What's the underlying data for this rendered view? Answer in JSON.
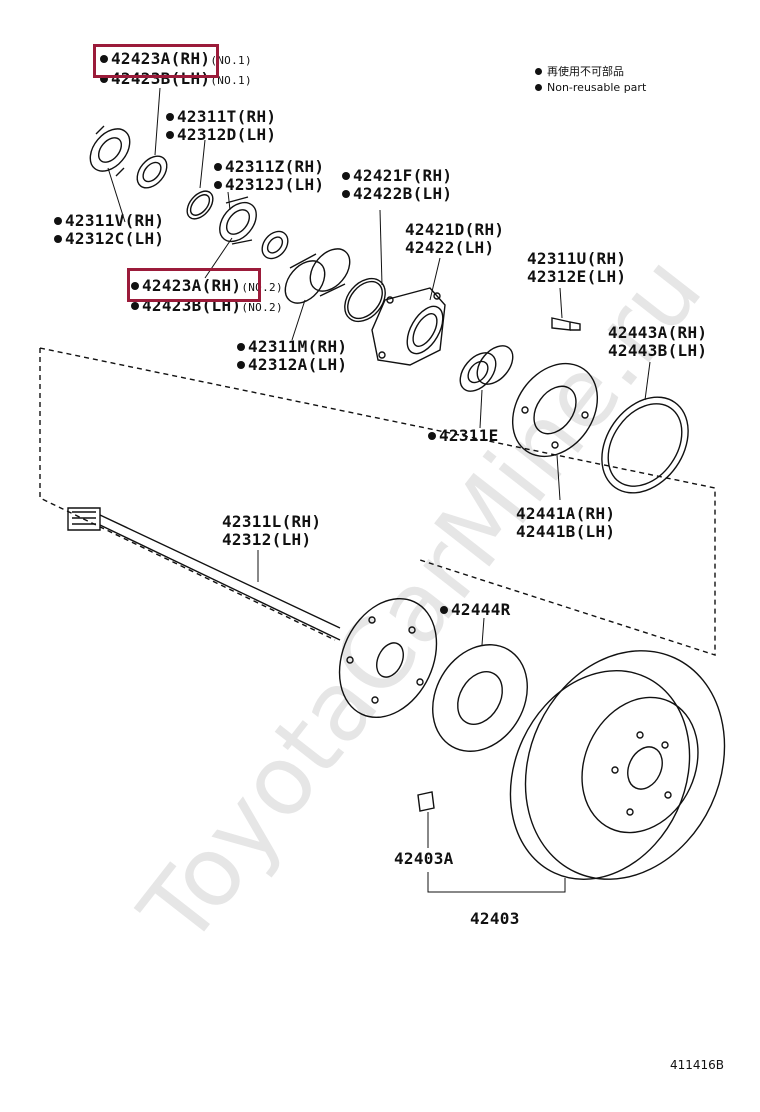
{
  "legend": {
    "jp": "再使用不可部品",
    "en": "Non-reusable part"
  },
  "labels": [
    {
      "id": "l1",
      "lines": [
        {
          "dot": true,
          "text": "42423A(RH)",
          "sfx": "(NO.1)"
        },
        {
          "dot": true,
          "text": "42423B(LH)",
          "sfx": "(NO.1)"
        }
      ]
    },
    {
      "id": "l2",
      "lines": [
        {
          "dot": true,
          "text": "42311T(RH)"
        },
        {
          "dot": true,
          "text": "42312D(LH)"
        }
      ]
    },
    {
      "id": "l3",
      "lines": [
        {
          "dot": true,
          "text": "42311Z(RH)"
        },
        {
          "dot": true,
          "text": "42312J(LH)"
        }
      ]
    },
    {
      "id": "l4",
      "lines": [
        {
          "dot": true,
          "text": "42421F(RH)"
        },
        {
          "dot": true,
          "text": "42422B(LH)"
        }
      ]
    },
    {
      "id": "l5",
      "lines": [
        {
          "dot": true,
          "text": "42311V(RH)"
        },
        {
          "dot": true,
          "text": "42312C(LH)"
        }
      ]
    },
    {
      "id": "l6",
      "lines": [
        {
          "dot": false,
          "text": "42421D(RH)"
        },
        {
          "dot": false,
          "text": "42422(LH)"
        }
      ]
    },
    {
      "id": "l7",
      "lines": [
        {
          "dot": false,
          "text": "42311U(RH)"
        },
        {
          "dot": false,
          "text": "42312E(LH)"
        }
      ]
    },
    {
      "id": "l8",
      "lines": [
        {
          "dot": true,
          "text": "42423A(RH)",
          "sfx": "(NO.2)"
        },
        {
          "dot": true,
          "text": "42423B(LH)",
          "sfx": "(NO.2)"
        }
      ]
    },
    {
      "id": "l9",
      "lines": [
        {
          "dot": false,
          "text": "42443A(RH)"
        },
        {
          "dot": false,
          "text": "42443B(LH)"
        }
      ]
    },
    {
      "id": "l10",
      "lines": [
        {
          "dot": true,
          "text": "42311M(RH)"
        },
        {
          "dot": true,
          "text": "42312A(LH)"
        }
      ]
    },
    {
      "id": "l11",
      "lines": [
        {
          "dot": true,
          "text": "42311E"
        }
      ]
    },
    {
      "id": "l12",
      "lines": [
        {
          "dot": false,
          "text": "42441A(RH)"
        },
        {
          "dot": false,
          "text": "42441B(LH)"
        }
      ]
    },
    {
      "id": "l13",
      "lines": [
        {
          "dot": false,
          "text": "42311L(RH)"
        },
        {
          "dot": false,
          "text": "42312(LH)"
        }
      ]
    },
    {
      "id": "l14",
      "lines": [
        {
          "dot": true,
          "text": "42444R"
        }
      ]
    },
    {
      "id": "l15",
      "lines": [
        {
          "dot": false,
          "text": "42403A"
        }
      ]
    },
    {
      "id": "l16",
      "lines": [
        {
          "dot": false,
          "text": "42403"
        }
      ]
    }
  ],
  "watermark": "ToyotaCarMine.ru",
  "diagram_code": "411416B",
  "highlight_color": "#9b1b3a"
}
